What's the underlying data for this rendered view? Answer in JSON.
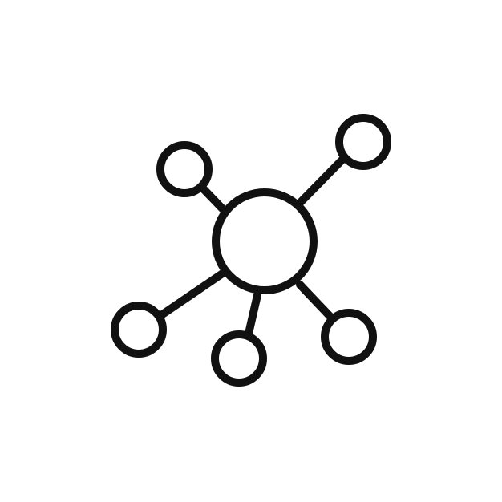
{
  "icon": {
    "name": "network-hub-icon",
    "description_visible": "",
    "colors": {
      "stroke": "#111111",
      "background": "#ffffff"
    },
    "nodes": {
      "center": "hub",
      "satellites": [
        "top-left",
        "top-right",
        "bottom-left",
        "bottom-center",
        "bottom-right"
      ]
    }
  }
}
